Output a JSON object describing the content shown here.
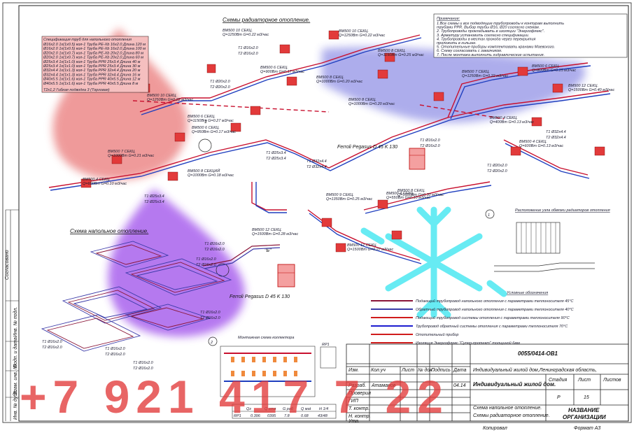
{
  "drawing": {
    "radiator_title": "Схемы радиаторное отопление.",
    "floor_title": "Схема напольное отопление.",
    "boiler_label_top": "Ferroli Pegasus D 45 K 130",
    "boiler_label_bottom": "Ferroli Pegasus D 45 K 130",
    "marker_1": "1",
    "marker_2": "2",
    "marker_b": "\"Б\""
  },
  "radiators": [
    {
      "name": "BM500 10 СЕКЦ.",
      "flow": "Q=1250Вт G=0.22 м3/час"
    },
    {
      "name": "BM500 10 СЕКЦ.",
      "flow": "Q=1250Вт G=0.22 м3/час"
    },
    {
      "name": "BM500 6 СЕКЦ.",
      "flow": "Q=900Вт G=0.17 м3/час"
    },
    {
      "name": "BM500 8 СЕКЦ.",
      "flow": "Q=1000Вт G=0.20 м3/час"
    },
    {
      "name": "BM500 8 СЕКЦ.",
      "flow": "Q=1000Вт G=0.20 м3/час"
    },
    {
      "name": "BM500 10 СЕКЦ.",
      "flow": "Q=1250Вт G=0.22 м3/час"
    },
    {
      "name": "BM500 8 СЕКЦ.",
      "flow": "Q=1150Вт G=0.25 м3/час"
    },
    {
      "name": "BM500 6 СЕКЦ.",
      "flow": "Q=1150Вт G=0.27 м3/час"
    },
    {
      "name": "BM500 6 СЕКЦ.",
      "flow": "Q=950Вт G=0.17 м3/час"
    },
    {
      "name": "BM500 7 СЕКЦ.",
      "flow": "Q=1000Вт G=0.21 м3/час"
    },
    {
      "name": "BM500 4 СЕКЦ.",
      "flow": "Q=600Вт G=0.10 м3/час"
    },
    {
      "name": "BM500 8 СЕКЦИЙ",
      "flow": "Q=1000Вт G=0.18 м3/час"
    },
    {
      "name": "BM500 9 СЕКЦ.",
      "flow": "Q=1350Вт G=0.25 м3/час"
    },
    {
      "name": "BM500 4 СЕКЦ.",
      "flow": "Q=550Вт G=0.10 м3/час"
    },
    {
      "name": "BM500 12 СЕКЦ.",
      "flow": "Q=1500Вт G=0.28 м3/час"
    },
    {
      "name": "BM500 12 СЕКЦ.",
      "flow": "Q=1500Вт G=0.27 м3/час"
    },
    {
      "name": "BM500 8 СЕКЦ.",
      "flow": "Q=1550Вт G=0.30 м3/час"
    },
    {
      "name": "BM500 7 СЕКЦ.",
      "flow": "Q=1250Вт G=0.22 м3/час"
    },
    {
      "name": "BM500 6 СЕКЦ.",
      "flow": "Q=800Вт G=0.15 м3/час"
    },
    {
      "name": "BM500 4 СЕКЦ.",
      "flow": "Q=400Вт G=0.13 м3/час"
    },
    {
      "name": "BM500 12 СЕКЦ.",
      "flow": "Q=1500Вт G=0.40 м3/час"
    },
    {
      "name": "BM500 4 СЕКЦ.",
      "flow": "Q=600Вт G=0.13 м3/час"
    }
  ],
  "pipe_labels": [
    "T1 Ø16x2.0",
    "T2 Ø16x2.0",
    "T1 Ø20x2.0",
    "T2 Ø20x2.0",
    "T1 Ø25x3.4",
    "T2 Ø25x3.4",
    "T1 Ø32x4.4",
    "T2 Ø32x4.4"
  ],
  "notes_title": "Примечание:",
  "notes": [
    "1.Все схемы и все подводящие трубопроводы к контурам выполнить",
    "  трубами PPR. Выбор трубы Ø16, Ø20 согласно схемам.",
    "2. Трубопроводы прокладывать в изоляции \"Энергофлекс\".",
    "3. Арматуру установить согласно спецификации.",
    "4. Трубопроводы в местах прохода через перекрытия",
    "  проложить в гильзах.",
    "5. Отопительные приборы комплектовать кранами Маевского.",
    "6. Схему согласовать с заказчиком.",
    "7. После монтажа выполнить гидравлические испытания."
  ],
  "spec_table": {
    "header": "Спецификация труб для напольного отопления",
    "rows": [
      "Ø16x2.0 1x(1x0.5) кол-1 Труба PE-Xb 16x2.0 Длина 120 м",
      "Ø16x2.0 1x(1x0.5) кол-1 Труба PE-Xb 16x2.0 Длина 100 м",
      "Ø20x2.0 1x(1x0.7) кол-1 Труба PE-Xb 20x2.0 Длина 80 м",
      "Ø20x2.0 1x(1x0.7) кол-1 Труба PE-Xb 20x2.0 Длина 60 м",
      "Ø25x3.4 1x(1x1.0) кол-1 Труба PPR 25x3.4 Длина 40 м",
      "Ø25x3.4 1x(1x1.0) кол-1 Труба PPR 25x3.4 Длина 30 м",
      "Ø32x4.4 1x(1x1.3) кол-1 Труба PPR 32x4.4 Длина 20 м",
      "Ø32x4.4 1x(1x1.3) кол-1 Труба PPR 32x4.4 Длина 16 м",
      "Ø40x5.5 1x(1x1.6) кол-1 Труба PPR 40x5.5 Длина 12 м",
      "Ø40x5.5 1x(1x1.6) кол-1 Труба PPR 40x5.5 Длина 8 м"
    ],
    "footer": "Т2х1,2 Гибкая подводка 3 (Торговая)"
  },
  "legend": {
    "title": "Условные обозначения",
    "items": [
      {
        "color": "#8a1538",
        "text": "Подающий трубопровод напольного отопления с параметрами теплоносителя 45°С"
      },
      {
        "color": "#3a3aa8",
        "text": "Обратный трубопровод напольного отопления с параметрами теплоносителя 40°С"
      },
      {
        "color": "#d01c1c",
        "text": "Подающий трубопровод системы отопления с параметрами теплоносителя 90°С"
      },
      {
        "color": "#1c1cd0",
        "text": "Трубопровод обратный системы отопления с параметрами теплоносителя 70°С"
      },
      {
        "color": "#d01c1c",
        "text": "Отопительный прибор"
      },
      {
        "color": "#d01c1c",
        "text": "Изоляция Энергофлекс \"Супер-протект\" толщиной 6мм"
      }
    ]
  },
  "side_labels": [
    "Согласовано",
    "Инв. № подл.",
    "Подп. и дата",
    "Взам. инв. №",
    "Инв. № дубл."
  ],
  "title_block": {
    "doc_number": "0055/0414-OB1",
    "project": "Индивидуальный жилой дом,Ленинградская область,",
    "object": "Индивидуальный жилой дом.",
    "header_cells": [
      "Изм.",
      "Кол.уч",
      "Лист",
      "№ док.",
      "Подпись",
      "Дата"
    ],
    "roles": [
      "Разраб.",
      "Проверил",
      "ГИП",
      "Т. контр.",
      "Н. контр.",
      "Утв."
    ],
    "developer": "Атаманов",
    "date": "04.14",
    "stage_label": "Стадия",
    "sheet_label": "Лист",
    "sheets_label": "Листов",
    "stage": "Р",
    "sheet": "15",
    "sheets": "",
    "description": [
      "Схема напольное отопление.",
      "Схемы радиаторное отопление."
    ],
    "org": [
      "НАЗВАНИЕ",
      "ОРГАНИЗАЦИИ"
    ],
    "copied": "Копировал",
    "format": "Формат А3"
  },
  "detail_2": {
    "title": "Монтажная схема коллектора",
    "table_headers": [
      "Qз",
      "Q отв",
      "G раб",
      "Q маt",
      "H 1/4"
    ],
    "table_values": [
      "RP1",
      "0.396",
      "0395",
      "7.8",
      "0.68",
      "43/48"
    ],
    "tag": "RP1"
  },
  "detail_1": {
    "title": "Расположение узла обвязки радиаторов отопления"
  },
  "watermark": {
    "phone": "+7 921 417 7 22",
    "colors": {
      "drop": "#e24848",
      "purple": "#8f30e8",
      "snow": "#4de8f2",
      "phone": "#e23a3a"
    }
  }
}
